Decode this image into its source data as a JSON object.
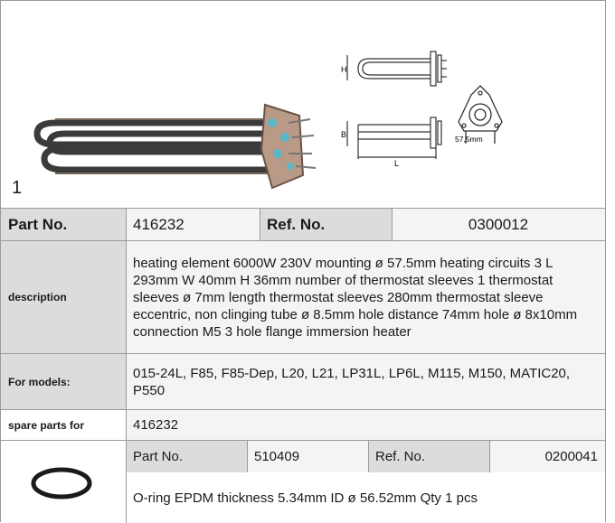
{
  "item": {
    "number": "1"
  },
  "drawing": {
    "label_h": "H",
    "label_b": "B",
    "label_l": "L",
    "flange_dim": "57,5mm"
  },
  "header": {
    "part_no_label": "Part No.",
    "part_no_value": "416232",
    "ref_no_label": "Ref. No.",
    "ref_no_value": "0300012"
  },
  "description": {
    "label": "description",
    "text": "heating element  6000W 230V mounting ø 57.5mm heating circuits 3 L 293mm W 40mm H 36mm number of thermostat sleeves 1 thermostat sleeves ø 7mm length thermostat sleeves 280mm thermostat sleeve eccentric, non clinging tube ø 8.5mm hole distance 74mm hole ø 8x10mm connection M5 3 hole flange immersion heater"
  },
  "models": {
    "label": "For models:",
    "text": "015-24L, F85, F85-Dep, L20, L21, LP31L, LP6L, M115, M150, MATIC20, P550"
  },
  "spare": {
    "label": "spare parts for",
    "value": "416232"
  },
  "accessory": {
    "part_no_label": "Part No.",
    "part_no_value": "510409",
    "ref_no_label": "Ref. No.",
    "ref_no_value": "0200041",
    "description": "O-ring  EPDM thickness 5.34mm ID ø 56.52mm Qty 1 pcs"
  },
  "colors": {
    "label_bg": "#dcdcdc",
    "value_bg": "#f4f4f4",
    "border": "#9a9a9a"
  }
}
